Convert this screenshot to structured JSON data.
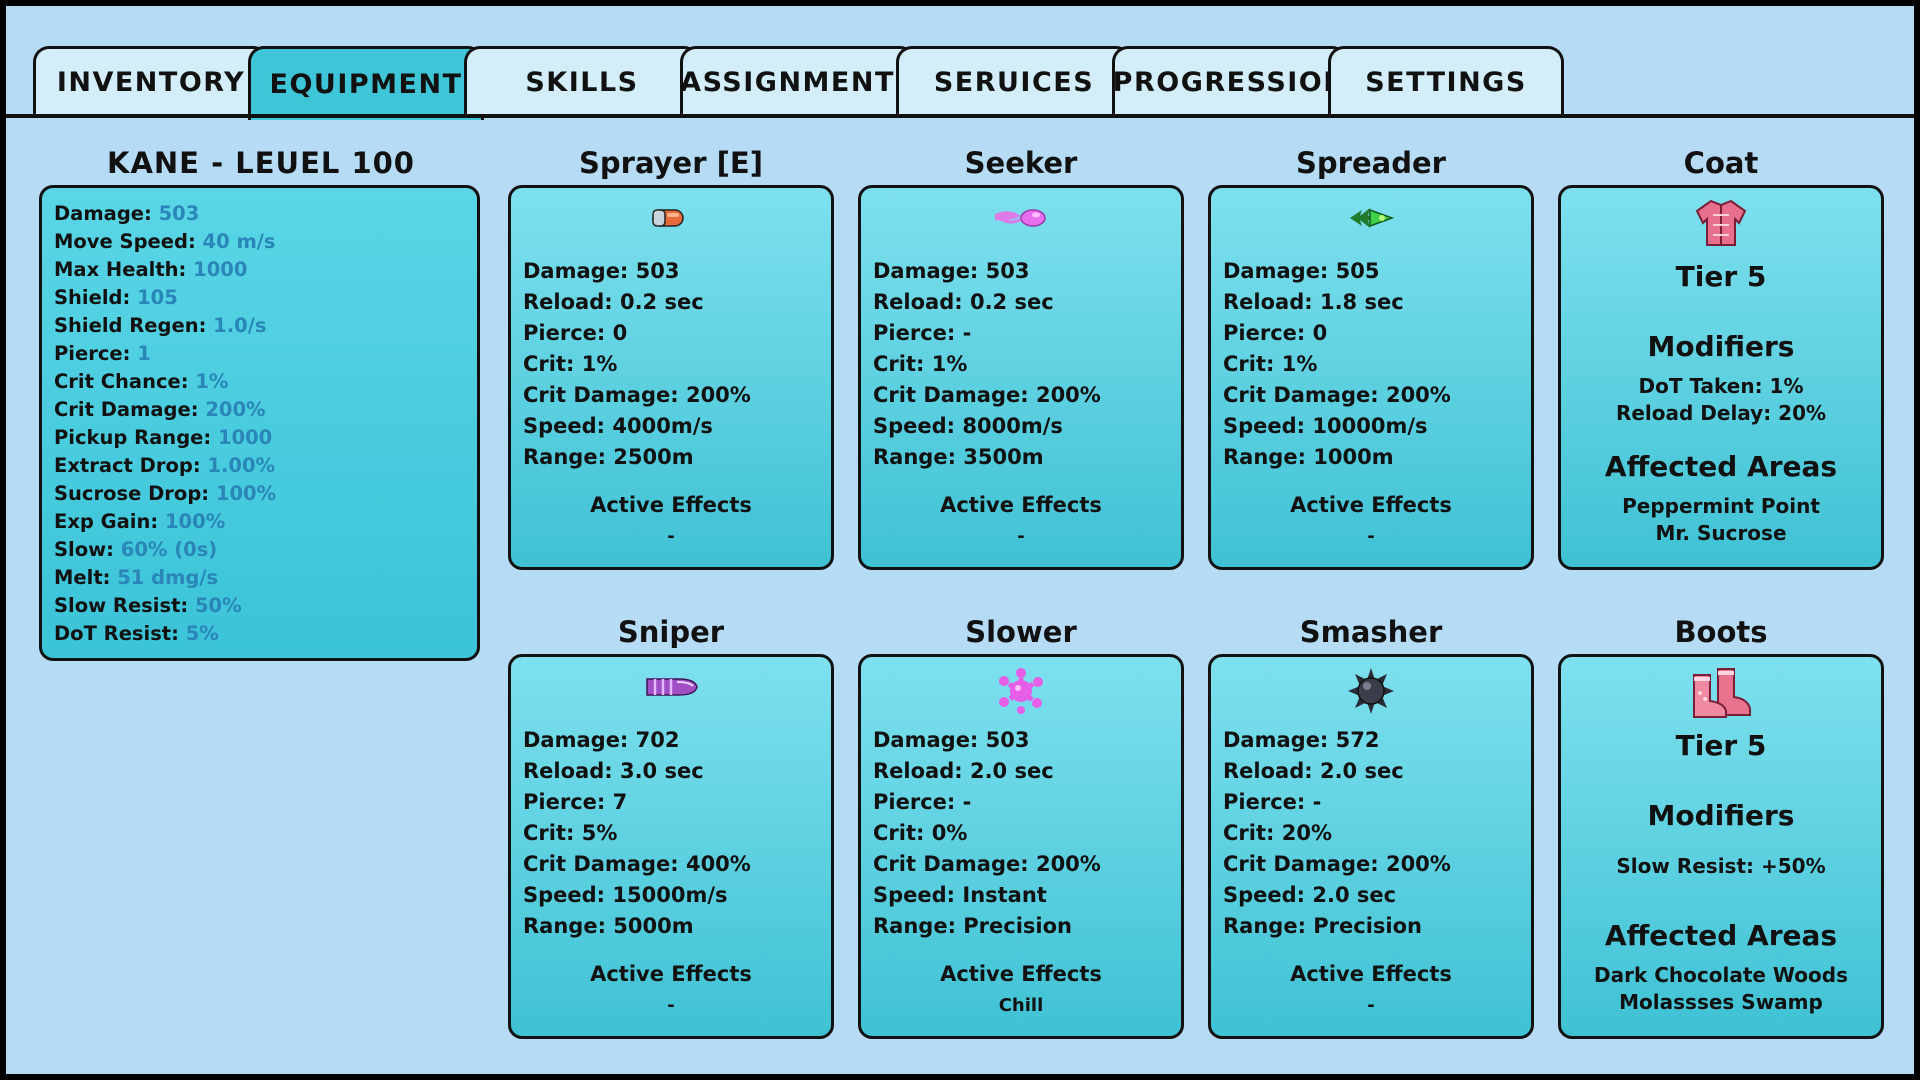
{
  "tabs": [
    {
      "label": "INVENTORY",
      "active": false
    },
    {
      "label": "EQUIPMENT",
      "active": true
    },
    {
      "label": "SKILLS",
      "active": false
    },
    {
      "label": "ASSIGNMENTS",
      "active": false
    },
    {
      "label": "SERUICES",
      "active": false
    },
    {
      "label": "PROGRESSION",
      "active": false
    },
    {
      "label": "SETTINGS",
      "active": false
    }
  ],
  "player": {
    "title": "KANE - LEUEL 100",
    "stats": [
      {
        "label": "Damage:",
        "value": "503"
      },
      {
        "label": "Move Speed:",
        "value": "40 m/s"
      },
      {
        "label": "Max Health:",
        "value": "1000"
      },
      {
        "label": "Shield:",
        "value": "105"
      },
      {
        "label": "Shield Regen:",
        "value": "1.0/s"
      },
      {
        "label": "Pierce:",
        "value": "1"
      },
      {
        "label": "Crit Chance:",
        "value": "1%"
      },
      {
        "label": "Crit Damage:",
        "value": "200%"
      },
      {
        "label": "Pickup Range:",
        "value": "1000"
      },
      {
        "label": "Extract Drop:",
        "value": "1.00%"
      },
      {
        "label": "Sucrose Drop:",
        "value": "100%"
      },
      {
        "label": "Exp Gain:",
        "value": "100%"
      },
      {
        "label": "Slow:",
        "value": "60% (0s)"
      },
      {
        "label": "Melt:",
        "value": "51 dmg/s"
      },
      {
        "label": "Slow Resist:",
        "value": "50%"
      },
      {
        "label": "DoT Resist:",
        "value": "5%"
      }
    ]
  },
  "weapons": [
    {
      "title": "Sprayer [E]",
      "icon": "sprayer-bullet-icon",
      "stats": [
        "Damage: 503",
        "Reload: 0.2 sec",
        "Pierce: 0",
        "Crit: 1%",
        "Crit Damage: 200%",
        "Speed: 4000m/s",
        "Range: 2500m"
      ],
      "effects_label": "Active Effects",
      "effects": "-"
    },
    {
      "title": "Seeker",
      "icon": "seeker-projectile-icon",
      "stats": [
        "Damage: 503",
        "Reload: 0.2 sec",
        "Pierce: -",
        "Crit: 1%",
        "Crit Damage: 200%",
        "Speed: 8000m/s",
        "Range: 3500m"
      ],
      "effects_label": "Active Effects",
      "effects": "-"
    },
    {
      "title": "Spreader",
      "icon": "spreader-projectile-icon",
      "stats": [
        "Damage: 505",
        "Reload: 1.8 sec",
        "Pierce: 0",
        "Crit: 1%",
        "Crit Damage: 200%",
        "Speed: 10000m/s",
        "Range: 1000m"
      ],
      "effects_label": "Active Effects",
      "effects": "-"
    },
    {
      "title": "Sniper",
      "icon": "sniper-bullet-icon",
      "stats": [
        "Damage: 702",
        "Reload: 3.0 sec",
        "Pierce: 7",
        "Crit: 5%",
        "Crit Damage: 400%",
        "Speed: 15000m/s",
        "Range: 5000m"
      ],
      "effects_label": "Active Effects",
      "effects": "-"
    },
    {
      "title": "Slower",
      "icon": "slower-splat-icon",
      "stats": [
        "Damage: 503",
        "Reload: 2.0 sec",
        "Pierce: -",
        "Crit: 0%",
        "Crit Damage: 200%",
        "Speed: Instant",
        "Range: Precision"
      ],
      "effects_label": "Active Effects",
      "effects": "Chill"
    },
    {
      "title": "Smasher",
      "icon": "smasher-spikeball-icon",
      "stats": [
        "Damage: 572",
        "Reload: 2.0 sec",
        "Pierce: -",
        "Crit: 20%",
        "Crit Damage: 200%",
        "Speed: 2.0 sec",
        "Range: Precision"
      ],
      "effects_label": "Active Effects",
      "effects": "-"
    }
  ],
  "armor": [
    {
      "title": "Coat",
      "icon": "coat-icon",
      "tier": "Tier 5",
      "modifiers_label": "Modifiers",
      "modifiers": [
        "DoT Taken: 1%",
        "Reload Delay: 20%"
      ],
      "areas_label": "Affected Areas",
      "areas": [
        "Peppermint Point",
        "Mr. Sucrose"
      ]
    },
    {
      "title": "Boots",
      "icon": "boots-icon",
      "tier": "Tier 5",
      "modifiers_label": "Modifiers",
      "modifiers": [
        "Slow Resist: +50%"
      ],
      "areas_label": "Affected Areas",
      "areas": [
        "Dark Chocolate Woods",
        "Molassses Swamp"
      ]
    }
  ],
  "colors": {
    "background": "#b6dcf5",
    "tab": "#d3eef8",
    "tab_active": "#3ec6d8",
    "panel": "#3bc3d8",
    "stat_value": "#2a86b8"
  }
}
